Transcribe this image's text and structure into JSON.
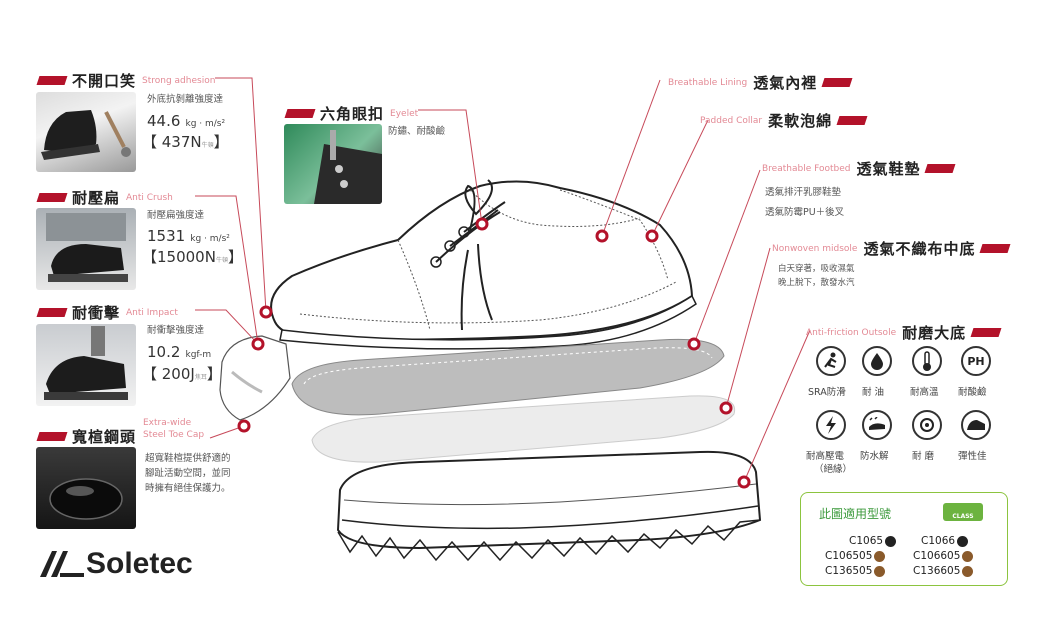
{
  "features": {
    "adhesion": {
      "title": "不開口笑",
      "en": "Strong adhesion",
      "desc": "外底抗剝離強度達",
      "value": "44.6",
      "unit": "kg · m/s²",
      "note": "【 437N",
      "note_tag": "牛頓",
      "note_end": "】"
    },
    "crush": {
      "title": "耐壓扁",
      "en": "Anti Crush",
      "desc": "耐壓扁強度達",
      "value": "1531",
      "unit": "kg · m/s²",
      "note": "【15000N",
      "note_tag": "牛頓",
      "note_end": "】"
    },
    "impact": {
      "title": "耐衝擊",
      "en": "Anti Impact",
      "desc": "耐衝擊強度達",
      "value": "10.2",
      "unit": "kgf-m",
      "note": "【 200J",
      "note_tag": "焦耳",
      "note_end": "】"
    },
    "toecap": {
      "title": "寬楦鋼頭",
      "en1": "Extra-wide",
      "en2": "Steel Toe Cap",
      "desc1": "超寬鞋楦提供舒適的",
      "desc2": "腳趾活動空間，並同",
      "desc3": "時擁有絕佳保護力。"
    },
    "eyelet": {
      "title": "六角眼扣",
      "en": "Eyelet",
      "desc": "防鏽、耐酸鹼"
    },
    "lining": {
      "title": "透氣內裡",
      "en": "Breathable Lining"
    },
    "collar": {
      "title": "柔軟泡綿",
      "en": "Padded Collar"
    },
    "footbed": {
      "title": "透氣鞋墊",
      "en": "Breathable Footbed",
      "desc1": "透氣排汗乳膠鞋墊",
      "desc2": "透氣防霉PU＋後叉"
    },
    "midsole": {
      "title": "透氣不織布中底",
      "en": "Nonwoven midsole",
      "desc1": "白天穿著，吸收濕氣",
      "desc2": "晚上脫下，散發水汽"
    },
    "outsole": {
      "title": "耐磨大底",
      "en": "Anti-friction Outsole"
    }
  },
  "icons_row1": [
    {
      "name": "sra-slip",
      "label": "SRA防滑"
    },
    {
      "name": "oil-drop",
      "label": "耐 油"
    },
    {
      "name": "thermometer",
      "label": "耐高溫"
    },
    {
      "name": "ph",
      "glyph": "PH",
      "label": "耐酸鹼"
    }
  ],
  "icons_row2": [
    {
      "name": "high-voltage",
      "label": "耐高壓電"
    },
    {
      "name": "waterproof",
      "label": "防水解"
    },
    {
      "name": "wear",
      "label": "耐 磨"
    },
    {
      "name": "elastic",
      "label": "彈性佳"
    }
  ],
  "icons_row2_extra": "（絕緣）",
  "models": {
    "heading": "此圖適用型號",
    "badge": "CLASS",
    "items": [
      "C1065",
      "C1066",
      "C106505",
      "C106605",
      "C136505",
      "C136605"
    ],
    "tags": [
      "黑",
      "黑",
      "咖",
      "咖",
      "咖",
      "咖"
    ]
  },
  "brand": "Soletec",
  "colors": {
    "accent": "#b3122a",
    "green": "#8cc43f"
  }
}
